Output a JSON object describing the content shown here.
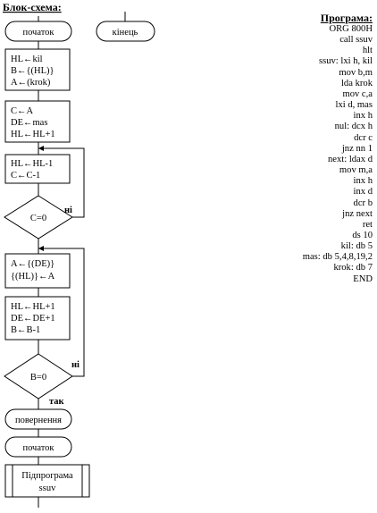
{
  "titles": {
    "flowchart": "Блок-схема:",
    "program": "Програма:"
  },
  "nodes": {
    "start1": "початок",
    "end": "кінець",
    "blockA": [
      "HL←kil",
      "B←{(HL)}",
      "A←(krok)"
    ],
    "blockB": [
      "C←A",
      "DE←mas",
      "HL←HL+1"
    ],
    "blockC": [
      "HL←HL-1",
      "C←C-1"
    ],
    "dec1": "C=0",
    "dec1_no": "ні",
    "blockD": [
      "A←{(DE)}",
      "{(HL)}←A"
    ],
    "blockE": [
      "HL←HL+1",
      "DE←DE+1",
      "B←B-1"
    ],
    "dec2": "B=0",
    "dec2_no": "ні",
    "dec2_yes": "так",
    "ret": "повернення",
    "start2": "початок",
    "sub": [
      "Підпрограма",
      "ssuv"
    ]
  },
  "program_lines": [
    "ORG 800H",
    "call ssuv",
    "hlt",
    "ssuv: lxi h, kil",
    "mov b,m",
    "lda krok",
    "mov c,a",
    "lxi d, mas",
    "inx h",
    "nul: dcx h",
    "dcr c",
    "jnz nn 1",
    "next: ldax d",
    "mov m,a",
    "inx h",
    "inx d",
    "dcr b",
    "jnz next",
    "ret",
    "ds 10",
    "kil: db 5",
    "mas: db 5,4,8,19,2",
    "krok: db 7",
    "END"
  ]
}
